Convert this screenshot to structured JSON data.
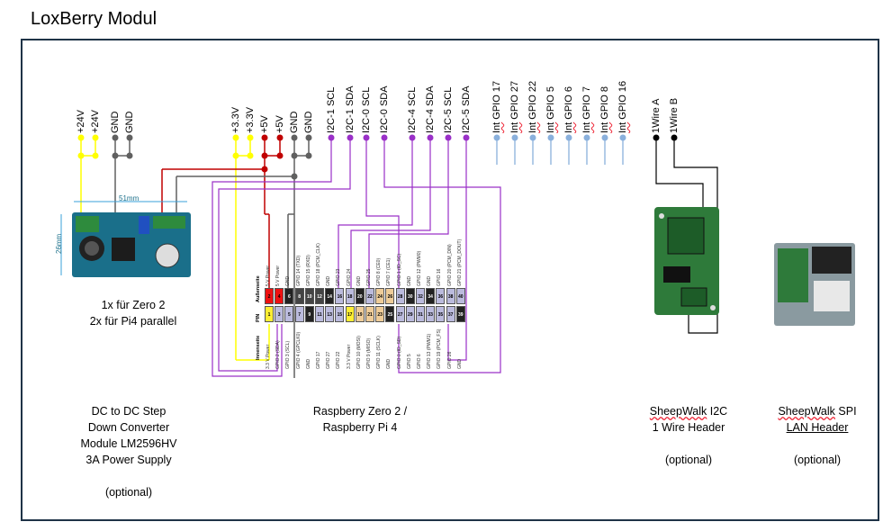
{
  "title": "LoxBerry Modul",
  "power_pins": [
    "+24V",
    "+24V",
    "GND",
    "GND"
  ],
  "pi_power_pins": [
    "+3.3V",
    "+3.3V",
    "+5V",
    "+5V",
    "GND",
    "GND"
  ],
  "i2c_pins": [
    "I2C-1 SCL",
    "I2C-1 SDA",
    "I2C-0 SCL",
    "I2C-0 SDA",
    "I2C-4 SCL",
    "I2C-4 SDA",
    "I2C-5 SCL",
    "I2C-5 SDA"
  ],
  "gpio_pins": [
    {
      "prefix": "Int",
      "name": " GPIO 17"
    },
    {
      "prefix": "Int",
      "name": " GPIO 27"
    },
    {
      "prefix": "Int",
      "name": " GPIO 22"
    },
    {
      "prefix": "Int",
      "name": " GPIO 5"
    },
    {
      "prefix": "Int",
      "name": " GPIO 6"
    },
    {
      "prefix": "Int",
      "name": " GPIO 7"
    },
    {
      "prefix": "Int",
      "name": " GPIO 8"
    },
    {
      "prefix": "Int",
      "name": " GPIO 16"
    }
  ],
  "onewire_pins": [
    "1Wire A",
    "1Wire B"
  ],
  "converter_note": "1x für Zero 2\n2x für Pi4 parallel",
  "converter_caption": "DC to DC Step\nDown Converter\nModule LM2596HV\n3A Power Supply\n\n(optional)",
  "pi_caption": "Raspberry Zero 2 /\nRaspberry Pi 4",
  "i2c_module": {
    "name": "SheepWalk",
    "rest": " I2C\n1 Wire Header\n\n(optional)"
  },
  "spi_module": {
    "name": "SheepWalk",
    "rest": " SPI",
    "line2": "LAN Header",
    "line3": "(optional)"
  },
  "converter_dim_w": "51mm",
  "converter_dim_h": "26mm",
  "header": {
    "outer_label": "Außenseite",
    "inner_label": "Innenseite",
    "pin_label": "PIN",
    "top_row": [
      "2",
      "4",
      "6",
      "8",
      "10",
      "12",
      "14",
      "16",
      "18",
      "20",
      "22",
      "24",
      "26",
      "28",
      "30",
      "32",
      "34",
      "36",
      "38",
      "40"
    ],
    "bottom_row": [
      "1",
      "3",
      "5",
      "7",
      "9",
      "11",
      "13",
      "15",
      "17",
      "19",
      "21",
      "23",
      "25",
      "27",
      "29",
      "31",
      "33",
      "35",
      "37",
      "39"
    ],
    "top_names": [
      "5 V Power",
      "5 V Power",
      "GND",
      "GPIO 14 (TXD)",
      "GPIO 15 (RXD)",
      "GPIO 18 (PCM_CLK)",
      "GND",
      "GPIO 23",
      "GPIO 24",
      "GND",
      "GPIO 25",
      "GPIO 8 (CE0)",
      "GPIO 7 (CE1)",
      "GPIO 1 (ID_SC)",
      "GND",
      "GPIO 12 (PWM0)",
      "GND",
      "GPIO 16",
      "GPIO 20 (PCM_DIN)",
      "GPIO 21 (PCM_DOUT)"
    ],
    "bottom_names": [
      "3.3 V Power",
      "GPIO 2 (SDA)",
      "GPIO 3 (SCL)",
      "GPIO 4 (GPCLK0)",
      "GND",
      "GPIO 17",
      "GPIO 27",
      "GPIO 22",
      "3.3 V Power",
      "GPIO 10 (MOSI)",
      "GPIO 9 (MISO)",
      "GPIO 11 (SCLK)",
      "GND",
      "GPIO 0 (ID_SD)",
      "GPIO 5",
      "GPIO 6",
      "GPIO 13 (PWM1)",
      "GPIO 19 (PCM_FS)",
      "GPIO 26",
      "GND"
    ],
    "top_colors": [
      "#e11",
      "#e11",
      "#222",
      "#444",
      "#444",
      "#444",
      "#222",
      "#bbd",
      "#bbd",
      "#222",
      "#bbd",
      "#ec9",
      "#ec9",
      "#bbd",
      "#222",
      "#bbd",
      "#222",
      "#bbd",
      "#bbd",
      "#bbd"
    ],
    "bottom_colors": [
      "#fe3",
      "#bbd",
      "#bbd",
      "#bbd",
      "#222",
      "#bbd",
      "#bbd",
      "#bbd",
      "#fe3",
      "#ec9",
      "#ec9",
      "#ec9",
      "#222",
      "#bbd",
      "#bbd",
      "#bbd",
      "#bbd",
      "#bbd",
      "#bbd",
      "#222"
    ]
  },
  "colors": {
    "yellow": "#ffff00",
    "red": "#c00000",
    "gray": "#606060",
    "purple": "#9a30c8",
    "lightblue": "#8ab0dc",
    "black": "#000000",
    "frame": "#1f3347"
  }
}
